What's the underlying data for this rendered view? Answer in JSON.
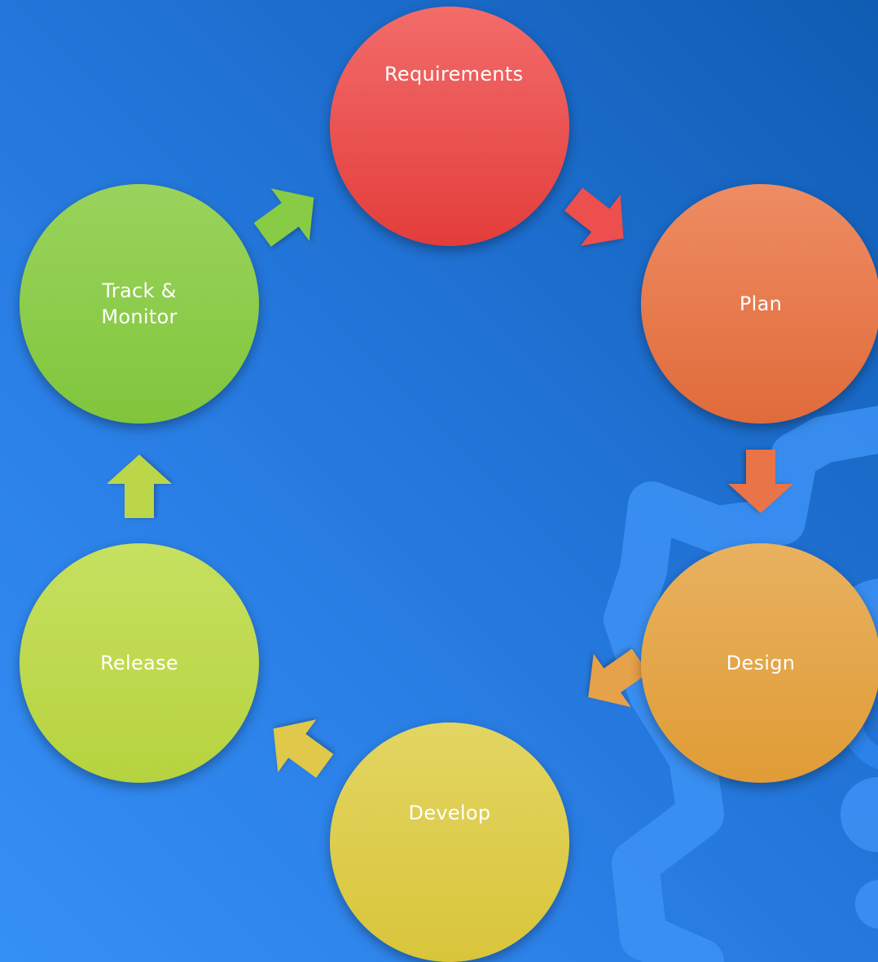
{
  "diagram": {
    "nodes": [
      {
        "id": "requirements",
        "label": "Requirements",
        "color": "#e84846"
      },
      {
        "id": "plan",
        "label": "Plan",
        "color": "#e67a4c"
      },
      {
        "id": "design",
        "label": "Design",
        "color": "#e4a748"
      },
      {
        "id": "develop",
        "label": "Develop",
        "color": "#ddcc4c"
      },
      {
        "id": "release",
        "label": "Release",
        "color": "#bfd94e"
      },
      {
        "id": "track",
        "label": "Track & Monitor",
        "color": "#8ccc4b"
      }
    ],
    "edges": [
      {
        "from": "requirements",
        "to": "plan",
        "color": "#ec4f4d"
      },
      {
        "from": "plan",
        "to": "design",
        "color": "#e87448"
      },
      {
        "from": "design",
        "to": "develop",
        "color": "#e6a24a"
      },
      {
        "from": "develop",
        "to": "release",
        "color": "#dfc84a"
      },
      {
        "from": "release",
        "to": "track",
        "color": "#bcd64a"
      },
      {
        "from": "track",
        "to": "requirements",
        "color": "#88cc45"
      }
    ]
  },
  "background": {
    "gradient": [
      "#3590f5",
      "#0f5cb3"
    ],
    "decoration": "gear-icon"
  }
}
